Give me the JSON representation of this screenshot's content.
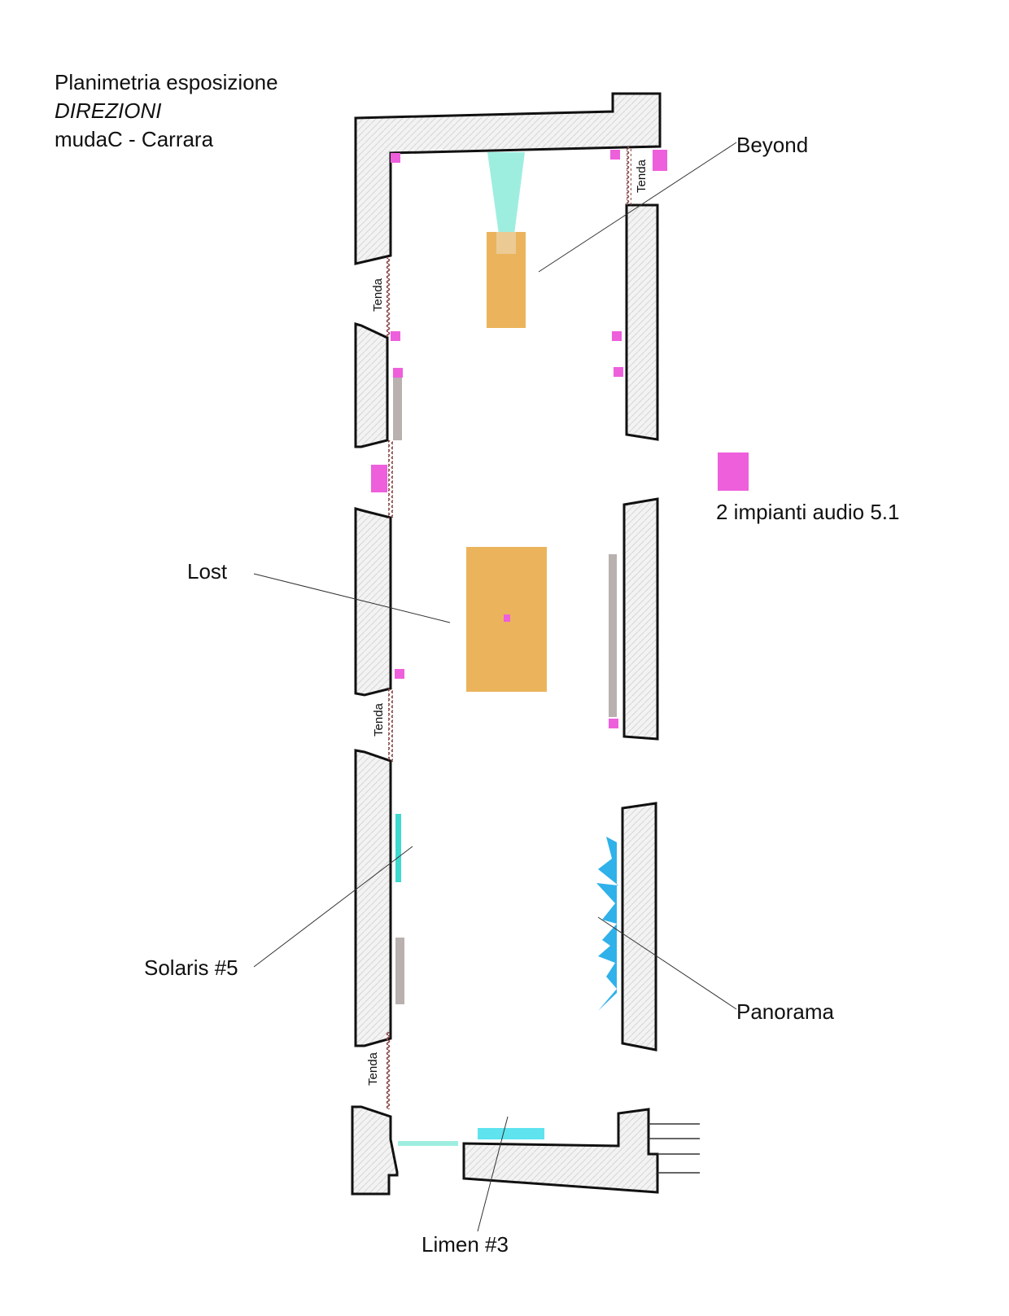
{
  "header": {
    "line1": "Planimetria esposizione",
    "line2": "DIREZIONI",
    "line3": "mudaC - Carrara"
  },
  "works": {
    "beyond": "Beyond",
    "lost": "Lost",
    "solaris": "Solaris #5",
    "panorama": "Panorama",
    "limen": "Limen #3"
  },
  "legend": {
    "audio_label": "2 impianti audio 5.1",
    "audio_color": "#ee5fdc"
  },
  "curtain_label": "Tenda",
  "colors": {
    "wall": "#111111",
    "wall_fill": "#f1f1f1",
    "installation": "#ebb45c",
    "projection_beam": "#9eeee0",
    "screen_cyan": "#3fd9d0",
    "light_cyan": "#5ee3ef",
    "panel_grey": "#b9b0b0",
    "panorama_blue": "#2fb1ea",
    "curtain": "#8a4a4a",
    "speaker": "#ee5fdc"
  }
}
